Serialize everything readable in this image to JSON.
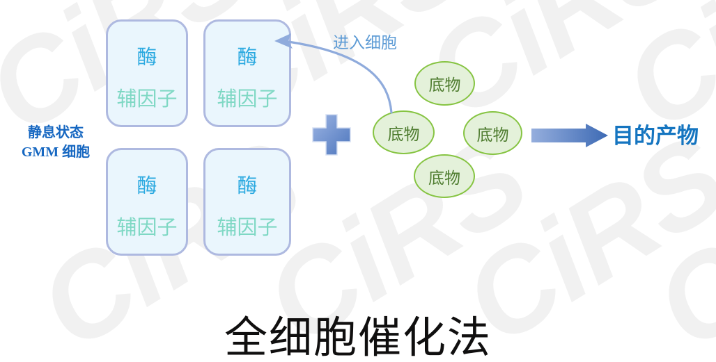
{
  "diagram": {
    "title": "全细胞催化法",
    "resting_label": {
      "line1": "静息状态",
      "line2_latin": "GMM",
      "line2_cn": "细胞"
    },
    "cells": [
      {
        "enzyme": "酶",
        "cofactor": "辅因子"
      },
      {
        "enzyme": "酶",
        "cofactor": "辅因子"
      },
      {
        "enzyme": "酶",
        "cofactor": "辅因子"
      },
      {
        "enzyme": "酶",
        "cofactor": "辅因子"
      }
    ],
    "plus_symbol": "+",
    "substrates": [
      {
        "label": "底物"
      },
      {
        "label": "底物"
      },
      {
        "label": "底物"
      },
      {
        "label": "底物"
      }
    ],
    "enter_cell_label": "进入细胞",
    "product_label": "目的产物",
    "watermark_text": "CiRS",
    "icons": {
      "plus": "plus-icon",
      "curved_arrow": "curved-arrow-left-icon",
      "product_arrow": "arrow-right-icon"
    },
    "colors": {
      "cell_fill": "#eaf6fd",
      "cell_border": "#aeb9e0",
      "enzyme_text": "#2ba9e0",
      "cofactor_text": "#7fd8c4",
      "substrate_fill": "#e4f1da",
      "substrate_border": "#86c442",
      "substrate_text": "#4e7c2f",
      "accent_blue": "#1575c0",
      "arrow_blue_light": "#8fabdc",
      "arrow_blue_dark": "#3e6cb5",
      "label_blue": "#5d9bd5",
      "watermark_gray": "#f1f1f1",
      "title_black": "#100f0f"
    }
  }
}
